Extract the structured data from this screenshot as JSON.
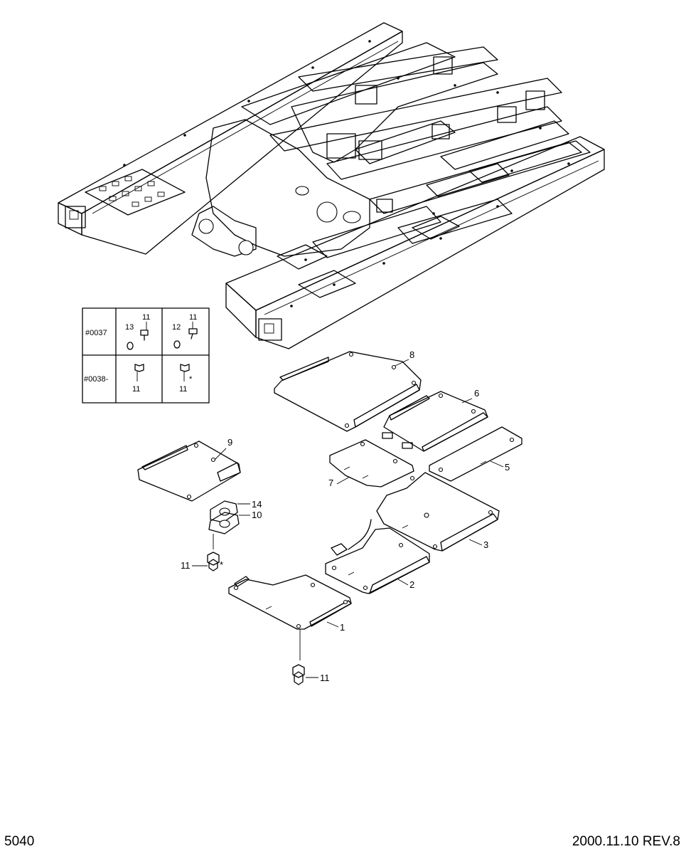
{
  "footer": {
    "page_code": "5040",
    "revision": "2000.11.10 REV.8"
  },
  "legend": {
    "row1_code": "#0037",
    "row2_code": "#0038-",
    "r1c1_top": "11",
    "r1c1_left": "13",
    "r1c2_top": "11",
    "r1c2_left": "12",
    "r2c1_bottom": "11",
    "r2c2_bottom": "11",
    "r2c2_star": "*"
  },
  "callouts": {
    "p1": "1",
    "p2": "2",
    "p3": "3",
    "p5": "5",
    "p6": "6",
    "p7": "7",
    "p8": "8",
    "p9": "9",
    "p10": "10",
    "p14": "14",
    "p11_left": "11",
    "p11_left_star": "*",
    "p11_bottom": "11"
  }
}
